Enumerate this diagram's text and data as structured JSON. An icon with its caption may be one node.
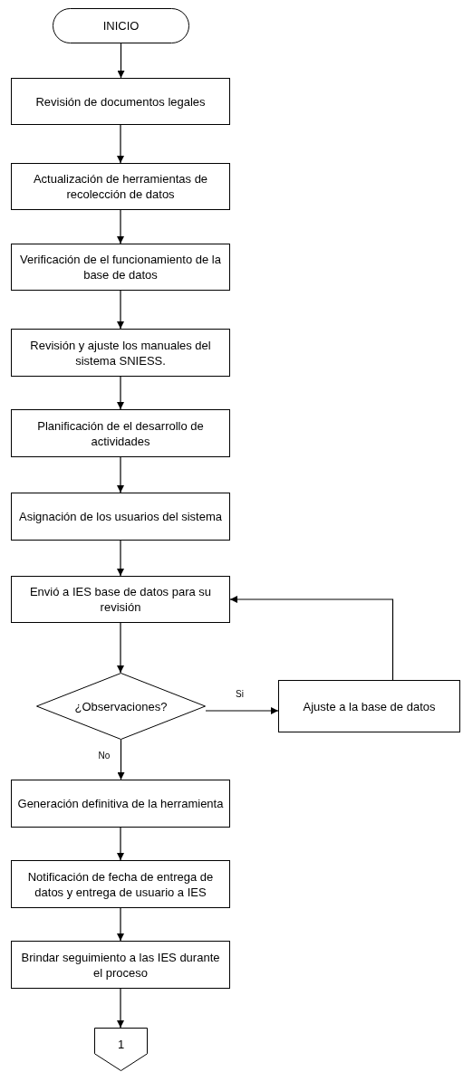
{
  "diagram": {
    "nodes": [
      {
        "text": [
          "INICIO"
        ]
      },
      {
        "text": [
          "Revisión de documentos legales"
        ]
      },
      {
        "text": [
          "Actualización de herramientas de recolección de datos"
        ]
      },
      {
        "text": [
          "Verificación de el funcionamiento de la base de datos"
        ]
      },
      {
        "text": [
          "Revisión y ajuste los manuales del sistema SNIESS."
        ]
      },
      {
        "text": [
          "Planificación de el desarrollo de actividades"
        ]
      },
      {
        "text": [
          "Asignación de los usuarios del sistema"
        ]
      },
      {
        "text": [
          "Envió a IES base de datos para su revisión"
        ]
      },
      {
        "text": [
          "¿Observaciones?"
        ]
      },
      {
        "text": [
          "Ajuste a la base de datos"
        ]
      },
      {
        "text": [
          "Generación definitiva de la herramienta"
        ]
      },
      {
        "text": [
          "Notificación de fecha de entrega de datos y entrega de usuario a IES"
        ]
      },
      {
        "text": [
          "Brindar seguimiento a las IES durante el proceso"
        ]
      },
      {
        "text": [
          "1"
        ]
      }
    ],
    "edges": [
      {
        "from": 0,
        "to": 1,
        "arrow": "to"
      },
      {
        "from": 1,
        "to": 2,
        "arrow": "to"
      },
      {
        "from": 2,
        "to": 3,
        "arrow": "to"
      },
      {
        "from": 3,
        "to": 4,
        "arrow": "to"
      },
      {
        "from": 4,
        "to": 5,
        "arrow": "to"
      },
      {
        "from": 5,
        "to": 6,
        "arrow": "to"
      },
      {
        "from": 6,
        "to": 7,
        "arrow": "to"
      },
      {
        "from": 7,
        "to": 8,
        "arrow": "to"
      },
      {
        "from": 8,
        "to": 9,
        "arrow": "to",
        "label": "Si"
      },
      {
        "from": 9,
        "to": 7,
        "arrow": "to"
      },
      {
        "from": 8,
        "to": 10,
        "arrow": "to",
        "label": "No"
      },
      {
        "from": 10,
        "to": 11,
        "arrow": "to"
      },
      {
        "from": 11,
        "to": 12,
        "arrow": "to"
      },
      {
        "from": 12,
        "to": 13,
        "arrow": "to"
      }
    ]
  }
}
